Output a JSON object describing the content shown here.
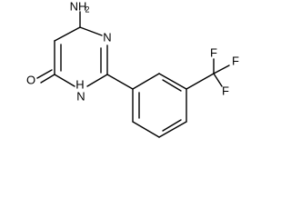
{
  "molecule": {
    "atoms": {
      "amino": {
        "main": "NH",
        "sub": "2"
      },
      "ring_n_top": "N",
      "ring_nh": "H",
      "ring_nh_n": "N",
      "carbonyl_o": "O",
      "f_right": "F",
      "f_top": "F",
      "f_bottom": "F"
    }
  },
  "colors": {
    "bond": "#000000",
    "background": "#ffffff",
    "text": "#000000"
  }
}
